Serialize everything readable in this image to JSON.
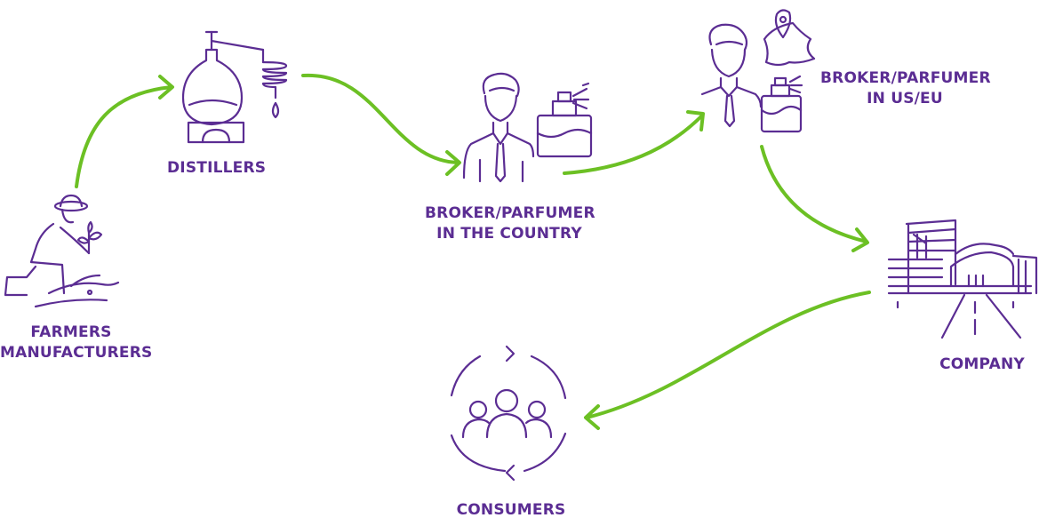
{
  "colors": {
    "text": "#5b2d93",
    "icon_stroke": "#5b2d93",
    "arrow": "#6cc024",
    "background": "#ffffff"
  },
  "nodes": {
    "farmers": {
      "line1": "FARMERS",
      "line2": "MANUFACTURERS",
      "icon": "farmer-planting-icon"
    },
    "distillers": {
      "line1": "DISTILLERS",
      "icon": "distillation-still-icon"
    },
    "broker_country": {
      "line1": "BROKER/PARFUMER",
      "line2": "IN THE COUNTRY",
      "icon": "broker-with-perfume-icon"
    },
    "broker_useu": {
      "line1": "BROKER/PARFUMER",
      "line2": "IN US/EU",
      "icon": "broker-with-map-pin-icon"
    },
    "company": {
      "line1": "COMPANY",
      "icon": "company-building-icon"
    },
    "consumers": {
      "line1": "CONSUMERS",
      "icon": "consumer-group-cycle-icon"
    }
  },
  "flow": [
    {
      "from": "farmers",
      "to": "distillers"
    },
    {
      "from": "distillers",
      "to": "broker_country"
    },
    {
      "from": "broker_country",
      "to": "broker_useu"
    },
    {
      "from": "broker_useu",
      "to": "company"
    },
    {
      "from": "company",
      "to": "consumers"
    }
  ]
}
